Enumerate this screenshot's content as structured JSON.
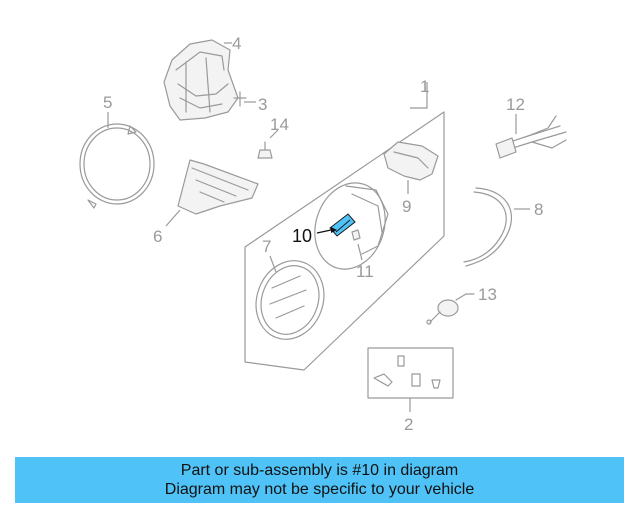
{
  "diagram": {
    "callouts": [
      "1",
      "2",
      "3",
      "4",
      "5",
      "6",
      "7",
      "8",
      "9",
      "10",
      "11",
      "12",
      "13",
      "14"
    ],
    "highlighted_part": "10",
    "highlight_color": "#4fc3f7"
  },
  "banner": {
    "line1": "Part or sub-assembly is #10 in diagram",
    "line2": "Diagram may not be specific to your vehicle",
    "background": "#4fc3f7"
  }
}
